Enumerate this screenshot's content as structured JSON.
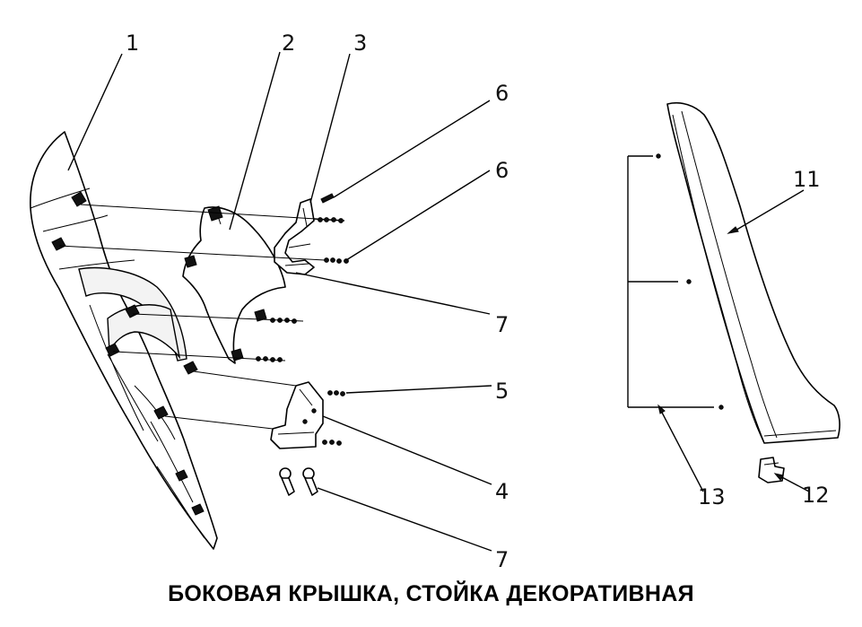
{
  "caption": "БОКОВАЯ КРЫШКА, СТОЙКА ДЕКОРАТИВНАЯ",
  "callouts": {
    "c1": "1",
    "c2": "2",
    "c3": "3",
    "c6a": "6",
    "c6b": "6",
    "c7a": "7",
    "c5": "5",
    "c4": "4",
    "c7b": "7",
    "c11": "11",
    "c12": "12",
    "c13": "13"
  }
}
